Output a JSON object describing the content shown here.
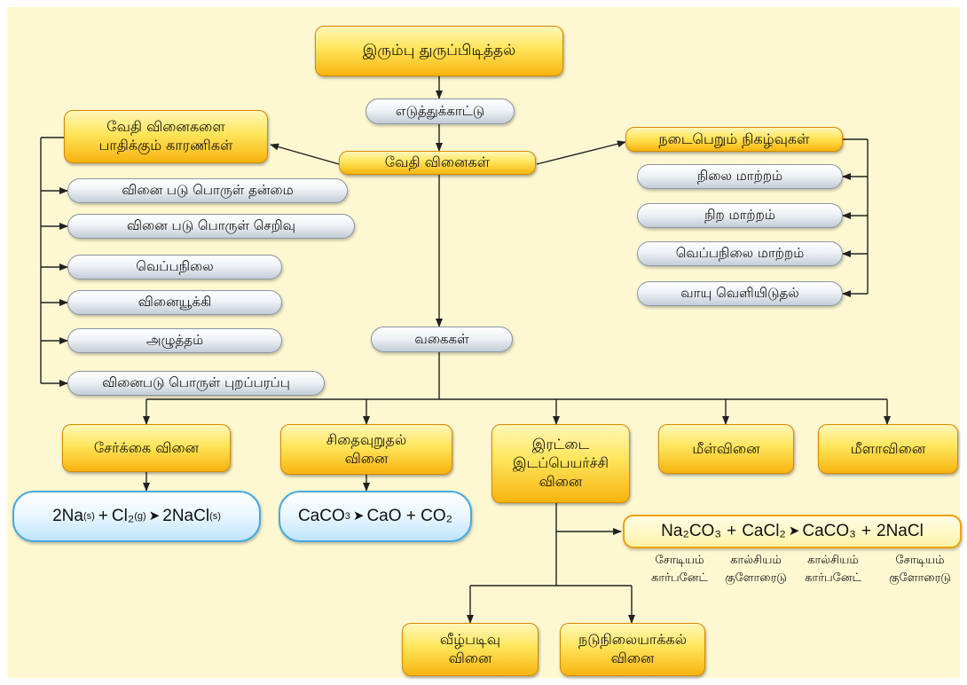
{
  "title": "இரும்பு துருப்பிடித்தல்",
  "example": "எடுத்துக்காட்டு",
  "chemical_reactions": "வேதி வினைகள்",
  "factors": {
    "line1": "வேதி வினைகளை",
    "line2": "பாதிக்கும்  காரணிகள்",
    "items": [
      "வினை படு பொருள் தன்மை",
      "வினை படு பொருள் செறிவு",
      "வெப்பநிலை",
      "வினையூக்கி",
      "அழுத்தம்",
      "வினைபடு பொருள் புறப்பரப்பு"
    ]
  },
  "events": {
    "title": "நடைபெறும் நிகழ்வுகள்",
    "items": [
      "நிலை மாற்றம்",
      "நிற மாற்றம்",
      "வெப்பநிலை மாற்றம்",
      "வாயு வெளியிடுதல்"
    ]
  },
  "types": "வகைகள்",
  "combination": {
    "label": "சேர்க்கை வினை",
    "equation": {
      "r1": "2Na",
      "r1_sub": "(s)",
      "plus": "+",
      "r2": "Cl₂",
      "r2_sub": "(g)",
      "arrow": "➤",
      "p1": "2NaCl",
      "p1_sub": "(s)"
    }
  },
  "decomposition": {
    "line1": "சிதைவுறுதல்",
    "line2": "வினை",
    "equation": {
      "r1": "CaCO",
      "r1_sub": "3",
      "arrow": "➤",
      "p1": "CaO + CO₂"
    }
  },
  "double_displacement": {
    "line1": "இரட்டை",
    "line2": "இடப்பெயர்ச்சி",
    "line3": "வினை",
    "equation": {
      "r1": "Na₂CO₃",
      "plus": "+",
      "r2": "CaCl₂",
      "arrow": "➤",
      "p1": "CaCO₃",
      "plus2": "+",
      "p2": "2NaCl"
    },
    "names": [
      {
        "line1": "சோடியம்",
        "line2": "கார்பனேட்"
      },
      {
        "line1": "கால்சியம்",
        "line2": "குளோரைடு"
      },
      {
        "line1": "கால்சியம்",
        "line2": "கார்பனேட்"
      },
      {
        "line1": "சோடியம்",
        "line2": "குளோரைடு"
      }
    ]
  },
  "reversible": "மீள்வினை",
  "irreversible": "மீளாவினை",
  "precipitation": {
    "line1": "வீழ்படிவு",
    "line2": "வினை"
  },
  "neutralization": {
    "line1": "நடுநிலையாக்கல்",
    "line2": "வினை"
  },
  "colors": {
    "background": "#fdf8d2",
    "yellow_box": "#ffd83a",
    "yellow_border": "#d68a00",
    "pill": "#e6ebf0",
    "blue_border": "#47a9dd",
    "line": "#222222"
  }
}
